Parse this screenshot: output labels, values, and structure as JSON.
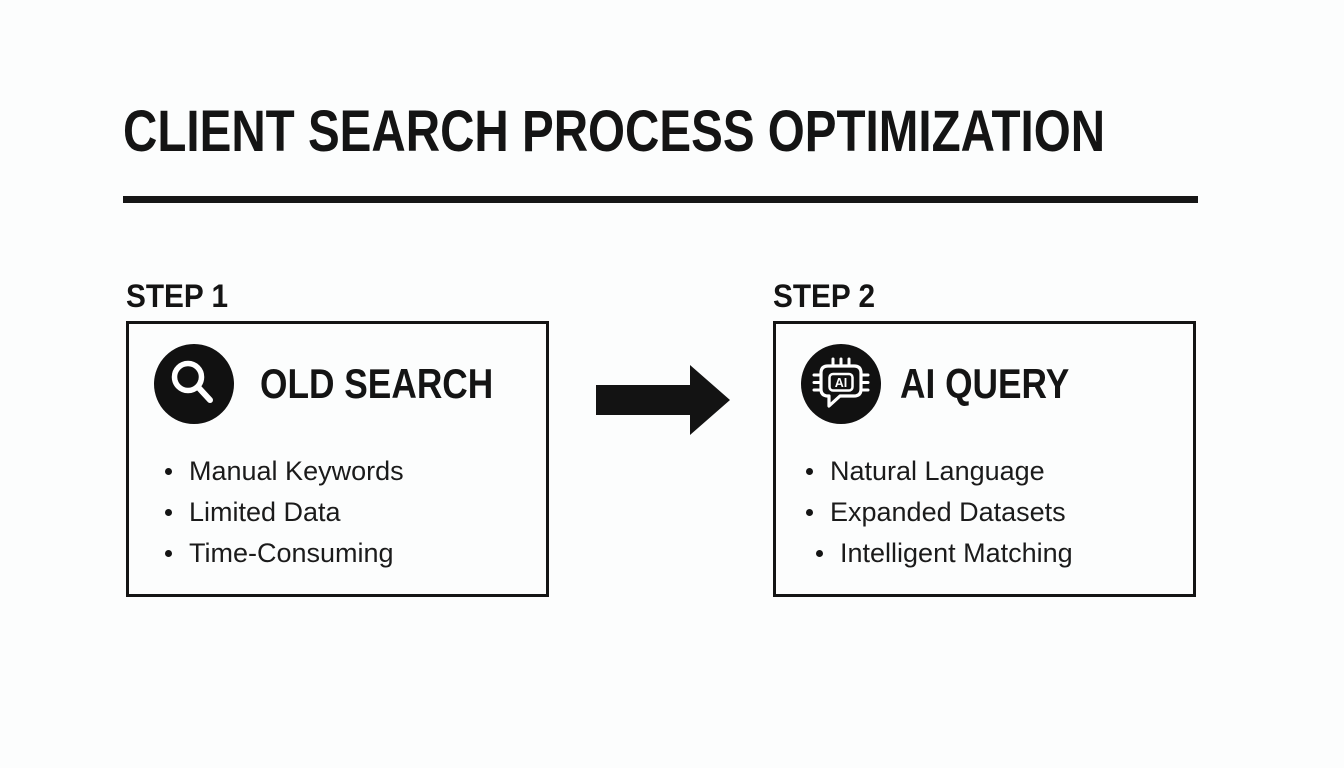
{
  "page": {
    "title": "CLIENT SEARCH PROCESS OPTIMIZATION"
  },
  "colors": {
    "ink": "#141414",
    "background": "#fcfdfd",
    "icon_background": "#111111",
    "icon_glyph": "#ffffff"
  },
  "steps": [
    {
      "label": "STEP 1",
      "heading": "OLD SEARCH",
      "icon": "magnifier-search-icon",
      "bullets": [
        "Manual Keywords",
        "Limited Data",
        "Time-Consuming"
      ]
    },
    {
      "label": "STEP 2",
      "heading": "AI QUERY",
      "icon": "ai-chip-chat-icon",
      "icon_badge_text": "AI",
      "bullets": [
        "Natural Language",
        "Expanded Datasets",
        "Intelligent Matching"
      ]
    }
  ],
  "arrow": {
    "direction": "right"
  }
}
